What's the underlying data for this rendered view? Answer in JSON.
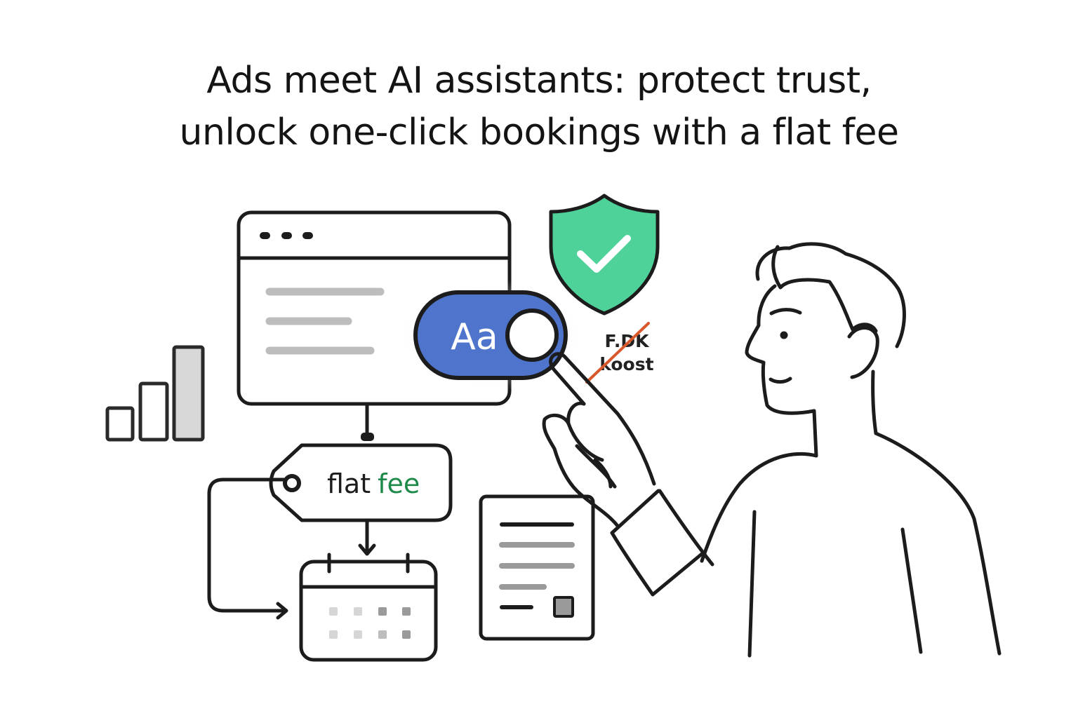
{
  "headline": {
    "line1": "Ads meet AI assistants: protect trust,",
    "line2": "unlock one-click bookings with a flat fee"
  },
  "ad_pill": {
    "label": "Aa",
    "state": "on",
    "color": "#4e74cc"
  },
  "price_tag": {
    "word1": "flat",
    "word2": "fee",
    "accent_color": "#1e8a4a"
  },
  "crossed_note": {
    "line1": "F.DK",
    "line2": "koost",
    "strike_color": "#d9582b"
  },
  "shield": {
    "icon": "shield-check-icon",
    "color": "#4fd19a"
  },
  "icons": [
    "browser-window-icon",
    "bar-chart-icon",
    "calendar-icon",
    "document-icon",
    "shield-check-icon",
    "person-pointing-icon"
  ]
}
